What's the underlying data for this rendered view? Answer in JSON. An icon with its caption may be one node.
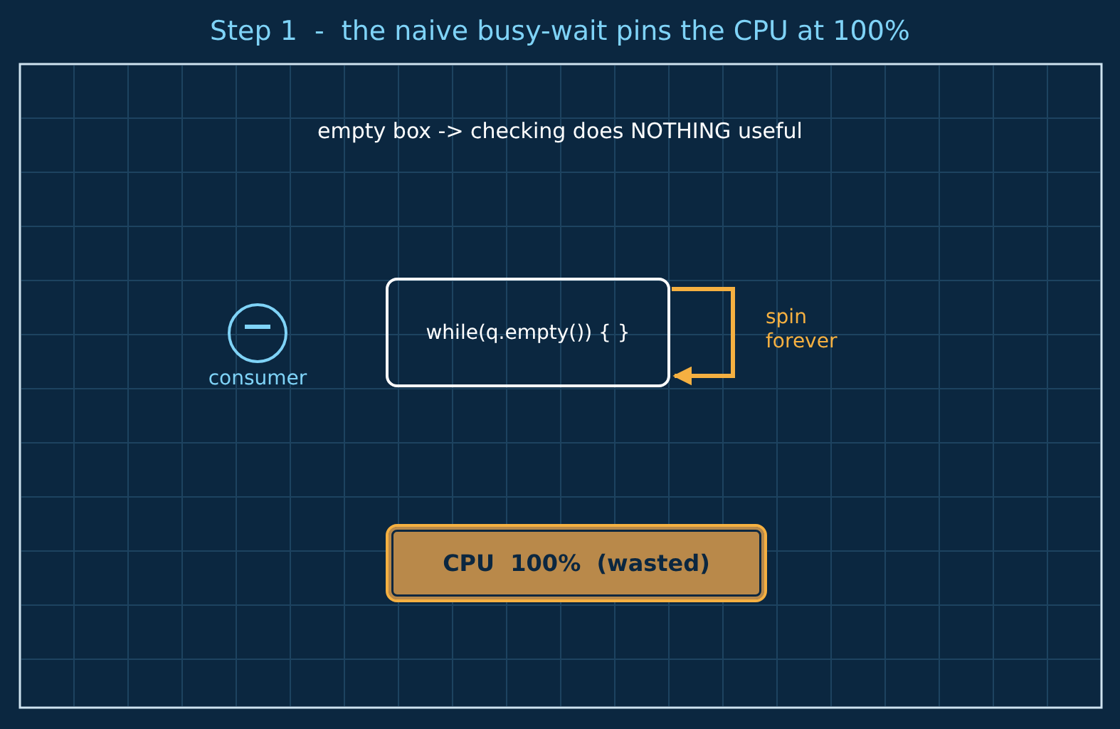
{
  "diagram": {
    "title": "Step 1  -  the naive busy-wait pins the CPU at 100%",
    "nodes": [
      {
        "text": [],
        "shape": "circle",
        "beside": [
          "consumer"
        ]
      },
      {
        "text": [
          "while(q.empty()) { }"
        ]
      },
      {
        "text": [
          "CPU  100%  (wasted)"
        ]
      }
    ],
    "edges": [
      {
        "from": 1,
        "to": 1,
        "arrow": "to",
        "label": "spin forever",
        "color": "#f5b041"
      }
    ],
    "labels": [
      "empty box -> checking does NOTHING useful"
    ]
  }
}
